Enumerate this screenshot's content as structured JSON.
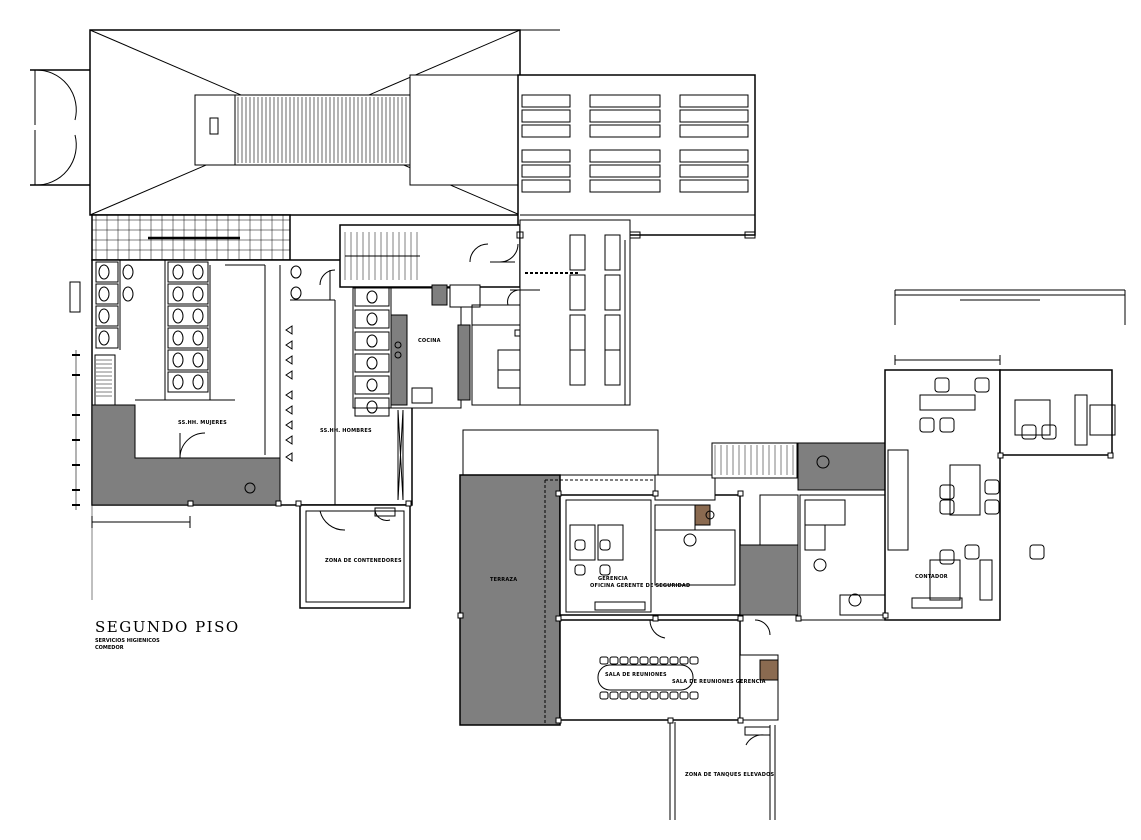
{
  "plan_title": "SEGUNDO PISO",
  "plan_subtitle_1": "SERVICIOS HIGIENICOS",
  "plan_subtitle_2": "COMEDOR",
  "rooms": {
    "ss_hh_mujeres": "SS.HH. MUJERES",
    "ss_hh_hombres": "SS.HH. HOMBRES",
    "cocina": "COCINA",
    "zona_contenedores": "ZONA DE CONTENEDORES",
    "terraza": "TERRAZA",
    "gerencia": "GERENCIA",
    "oficina_gerente": "OFICINA GERENTE DE SEGURIDAD",
    "sala_reuniones": "SALA DE REUNIONES",
    "sala_gerencia": "SALA DE REUNIONES GERENCIA",
    "contador": "CONTADOR",
    "zona_tanques": "ZONA DE TANQUES ELEVADOS"
  },
  "colors": {
    "line": "#000000",
    "hatch": "#7f7f7f",
    "wood": "#8a6a50"
  }
}
